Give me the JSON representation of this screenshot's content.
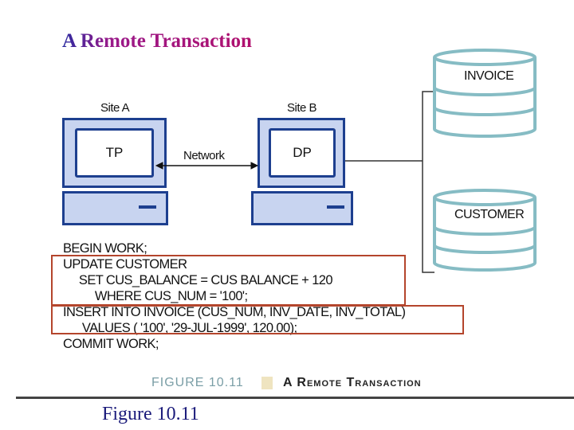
{
  "slide_title": "A Remote Transaction",
  "diagram": {
    "site_a": {
      "label": "Site A",
      "processor": "TP"
    },
    "site_b": {
      "label": "Site B",
      "processor": "DP"
    },
    "network_label": "Network",
    "databases": [
      "INVOICE",
      "CUSTOMER"
    ]
  },
  "sql_lines": [
    "BEGIN WORK;",
    "UPDATE CUSTOMER",
    "     SET CUS_BALANCE = CUS BALANCE + 120",
    "          WHERE CUS_NUM = '100';",
    "INSERT INTO INVOICE (CUS_NUM, INV_DATE, INV_TOTAL)",
    "      VALUES ( '100', '29-JUL-1999', 120.00);",
    "COMMIT WORK;"
  ],
  "caption": {
    "number": "FIGURE 10.11",
    "title": "A Remote Transaction"
  },
  "footer_label": "Figure 10.11",
  "colors": {
    "monitor_border": "#1d3f8f",
    "monitor_fill": "#c8d4f0",
    "db_stroke": "#86bcc4",
    "highlight_box": "#b4452c"
  }
}
